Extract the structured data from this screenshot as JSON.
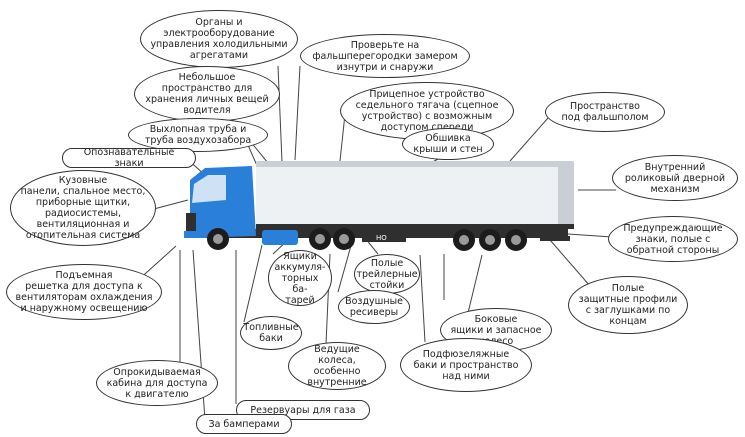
{
  "colors": {
    "cab": "#2a80d8",
    "trailer_light": "#eef1f3",
    "trailer_shade": "#c9cfd4",
    "chassis": "#2f2f2f",
    "wheel": "#1c1c1c",
    "rim": "#9a9a9a"
  },
  "labels": {
    "refrigeration_controls": "Органы и\nэлектрооборудование\nуправления холодильными\nагрегатами",
    "check_false_partitions": "Проверьте на\nфальшперегородки замером\nизнутри и снаружи",
    "personal_storage": "Небольшое\nпространство для\nхранения личных вещей\nводителя",
    "coupling_device": "Прицепное устройство\nседельного тягача (сцепное\nустройство) с возможным\nдоступом спереди",
    "false_floor": "Пространство\nпод фальшполом",
    "exhaust_air_pipe": "Выхлопная труба и\nтруба воздухозабора",
    "roof_wall_lining": "Обшивка\nкрыши и стен",
    "id_marks": "Опознавательные знаки",
    "roller_door": "Внутренний\nроликовый дверной\nмеханизм",
    "body_panels": "Кузовные\nпанели, спальное место,\nприборные щитки,\nрадиосистемы,\nвентиляционная и\nотопительная система",
    "warning_signs": "Предупреждающие\nзнаки, полые с\nобратной стороны",
    "battery_boxes": "Ящики\nаккумуля-\nторных ба-\nтарей",
    "hollow_posts": "Полые\nтрейлерные\nстойки",
    "lift_grille": "Подъемная\nрешетка для доступа к\nвентиляторам охлаждения\nи наружному освещению",
    "air_receivers": "Воздушные\nресиверы",
    "hollow_profiles": "Полые\nзащитные профили\nс заглушками по\nконцам",
    "side_boxes": "Боковые\nящики и запасное\nколесо",
    "fuel_tanks": "Топливные\nбаки",
    "drive_wheels": "Ведущие\nколеса, особенно\nвнутренние",
    "underbody_tanks": "Подфюзеляжные\nбаки и пространство\nнад ними",
    "tilt_cab": "Опрокидываемая\nкабина для доступа\nк двигателю",
    "gas_tanks": "Резервуары для газа",
    "behind_bumpers": "За бамперами"
  },
  "truck_plate": "HO"
}
